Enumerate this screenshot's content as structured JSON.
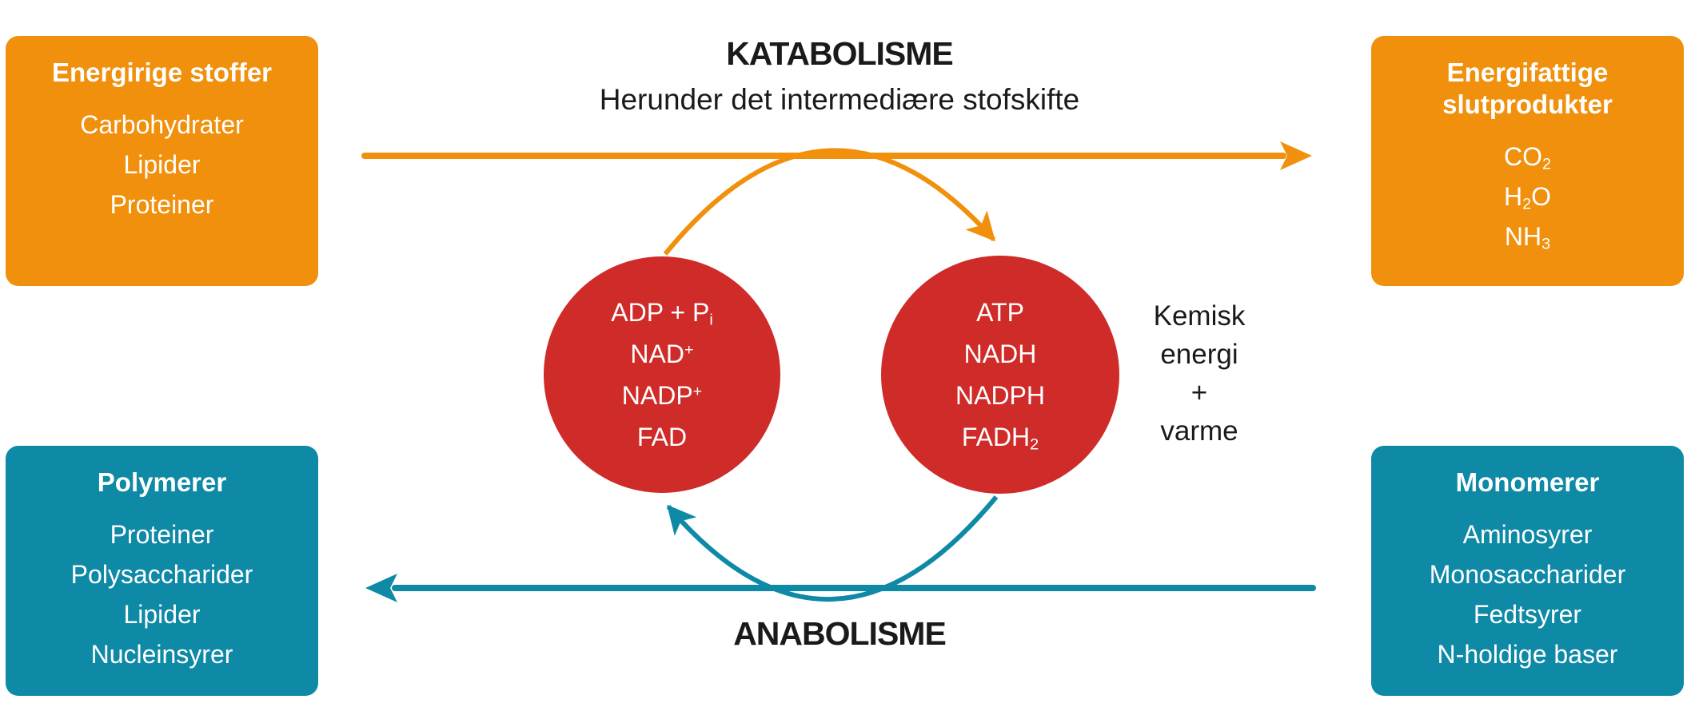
{
  "colors": {
    "orange": "#F0900C",
    "teal": "#0E89A6",
    "red": "#CE2B29",
    "text": "#1A1A1A"
  },
  "katabolisme": {
    "title": "KATABOLISME",
    "subtitle": "Herunder det intermediære stofskifte",
    "arrow_direction": "right",
    "arrow_color": "orange"
  },
  "anabolisme": {
    "title": "ANABOLISME",
    "arrow_direction": "left",
    "arrow_color": "teal"
  },
  "boxes": {
    "energirige": {
      "title": "Energirige stoffer",
      "items": [
        "Carbohydrater",
        "Lipider",
        "Proteiner"
      ]
    },
    "energifattige": {
      "title": "Energifattige slutprodukter",
      "items": [
        {
          "pre": "CO",
          "sub": "2"
        },
        {
          "pre": "H",
          "sub": "2",
          "post": "O"
        },
        {
          "pre": "NH",
          "sub": "3"
        }
      ]
    },
    "polymerer": {
      "title": "Polymerer",
      "items": [
        "Proteiner",
        "Polysaccharider",
        "Lipider",
        "Nucleinsyrer"
      ]
    },
    "monomerer": {
      "title": "Monomerer",
      "items": [
        "Aminosyrer",
        "Monosaccharider",
        "Fedtsyrer",
        "N-holdige baser"
      ]
    }
  },
  "cycle": {
    "spent_carriers": {
      "lines": [
        {
          "pre": "ADP + P",
          "sub": "i"
        },
        {
          "pre": "NAD",
          "sup": "+"
        },
        {
          "pre": "NADP",
          "sup": "+"
        },
        {
          "pre": "FAD"
        }
      ]
    },
    "charged_carriers": {
      "lines": [
        {
          "pre": "ATP"
        },
        {
          "pre": "NADH"
        },
        {
          "pre": "NADPH"
        },
        {
          "pre": "FADH",
          "sub": "2"
        }
      ]
    }
  },
  "energy_label": {
    "lines": [
      "Kemisk",
      "energi",
      "+",
      "varme"
    ]
  }
}
